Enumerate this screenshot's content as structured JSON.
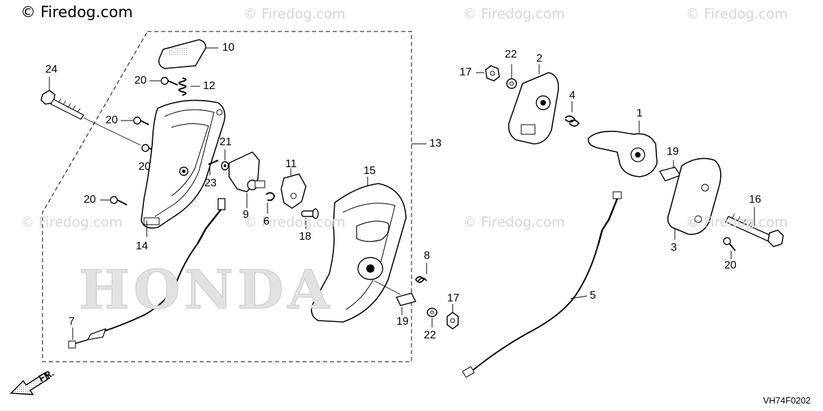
{
  "watermark": {
    "main": "© Firedog.com",
    "faint": "© Firedog.com"
  },
  "brand_watermark": "HONDA",
  "diagram_code": "VH74F0202",
  "front_indicator": "FR.",
  "callouts": [
    {
      "id": "10",
      "label": "10"
    },
    {
      "id": "24",
      "label": "24"
    },
    {
      "id": "20a",
      "label": "20"
    },
    {
      "id": "12",
      "label": "12"
    },
    {
      "id": "20b",
      "label": "20"
    },
    {
      "id": "20c",
      "label": "20"
    },
    {
      "id": "21",
      "label": "21"
    },
    {
      "id": "23",
      "label": "23"
    },
    {
      "id": "11",
      "label": "11"
    },
    {
      "id": "15",
      "label": "15"
    },
    {
      "id": "13",
      "label": "13"
    },
    {
      "id": "20d",
      "label": "20"
    },
    {
      "id": "14",
      "label": "14"
    },
    {
      "id": "9",
      "label": "9"
    },
    {
      "id": "6",
      "label": "6"
    },
    {
      "id": "18",
      "label": "18"
    },
    {
      "id": "8",
      "label": "8"
    },
    {
      "id": "7",
      "label": "7"
    },
    {
      "id": "19a",
      "label": "19"
    },
    {
      "id": "17a",
      "label": "17"
    },
    {
      "id": "22a",
      "label": "22"
    },
    {
      "id": "22b",
      "label": "22"
    },
    {
      "id": "17b",
      "label": "17"
    },
    {
      "id": "2",
      "label": "2"
    },
    {
      "id": "4",
      "label": "4"
    },
    {
      "id": "1",
      "label": "1"
    },
    {
      "id": "19b",
      "label": "19"
    },
    {
      "id": "16",
      "label": "16"
    },
    {
      "id": "3",
      "label": "3"
    },
    {
      "id": "20e",
      "label": "20"
    },
    {
      "id": "5",
      "label": "5"
    }
  ]
}
